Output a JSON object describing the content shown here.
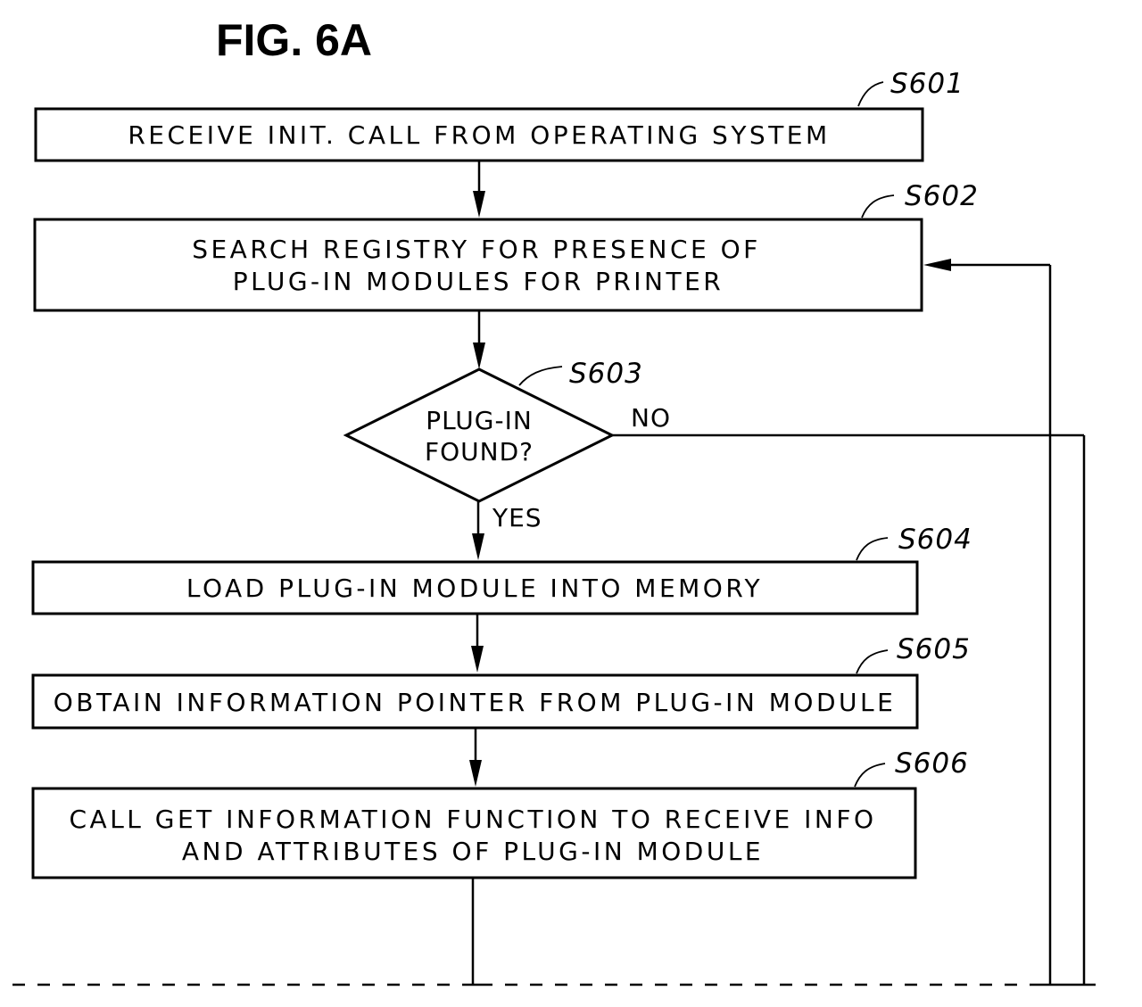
{
  "figure": {
    "title": "FIG. 6A"
  },
  "steps": [
    {
      "id": "S601",
      "lines": [
        "RECEIVE INIT. CALL FROM OPERATING SYSTEM"
      ]
    },
    {
      "id": "S602",
      "lines": [
        "SEARCH REGISTRY FOR PRESENCE OF",
        "PLUG-IN MODULES FOR PRINTER"
      ]
    },
    {
      "id": "S603",
      "lines": [
        "PLUG-IN",
        "FOUND?"
      ]
    },
    {
      "id": "S604",
      "lines": [
        "LOAD PLUG-IN MODULE INTO MEMORY"
      ]
    },
    {
      "id": "S605",
      "lines": [
        "OBTAIN INFORMATION POINTER FROM PLUG-IN MODULE"
      ]
    },
    {
      "id": "S606",
      "lines": [
        "CALL GET INFORMATION FUNCTION TO RECEIVE INFO",
        "AND ATTRIBUTES OF PLUG-IN MODULE"
      ]
    }
  ],
  "decision": {
    "yes_label": "YES",
    "no_label": "NO"
  }
}
